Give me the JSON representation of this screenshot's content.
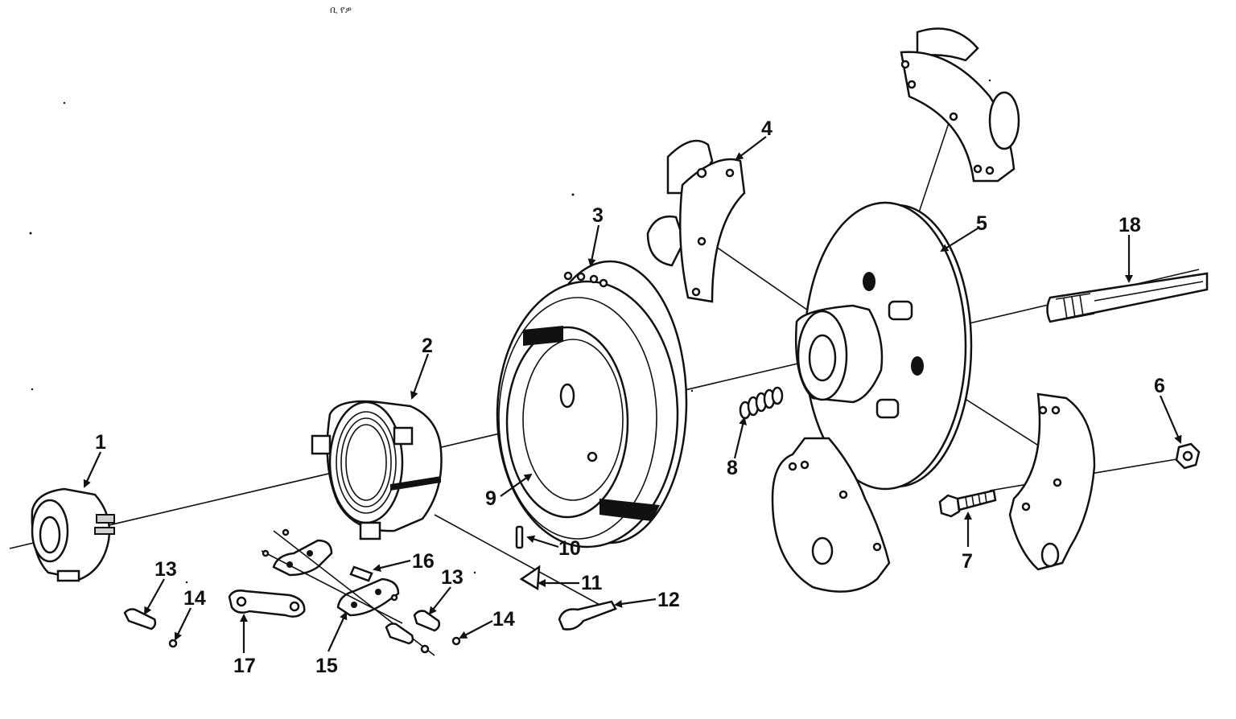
{
  "figure": {
    "smudge_text": "ቢ የዎ"
  },
  "callouts": [
    {
      "id": "1",
      "text": "1"
    },
    {
      "id": "2",
      "text": "2"
    },
    {
      "id": "3",
      "text": "3"
    },
    {
      "id": "4",
      "text": "4"
    },
    {
      "id": "5",
      "text": "5"
    },
    {
      "id": "6",
      "text": "6"
    },
    {
      "id": "7",
      "text": "7"
    },
    {
      "id": "8",
      "text": "8"
    },
    {
      "id": "9",
      "text": "9"
    },
    {
      "id": "10",
      "text": "10"
    },
    {
      "id": "11",
      "text": "11"
    },
    {
      "id": "12",
      "text": "12"
    },
    {
      "id": "13a",
      "text": "13"
    },
    {
      "id": "13b",
      "text": "13"
    },
    {
      "id": "14a",
      "text": "14"
    },
    {
      "id": "14b",
      "text": "14"
    },
    {
      "id": "15",
      "text": "15"
    },
    {
      "id": "16",
      "text": "16"
    },
    {
      "id": "17",
      "text": "17"
    },
    {
      "id": "18",
      "text": "18"
    }
  ]
}
